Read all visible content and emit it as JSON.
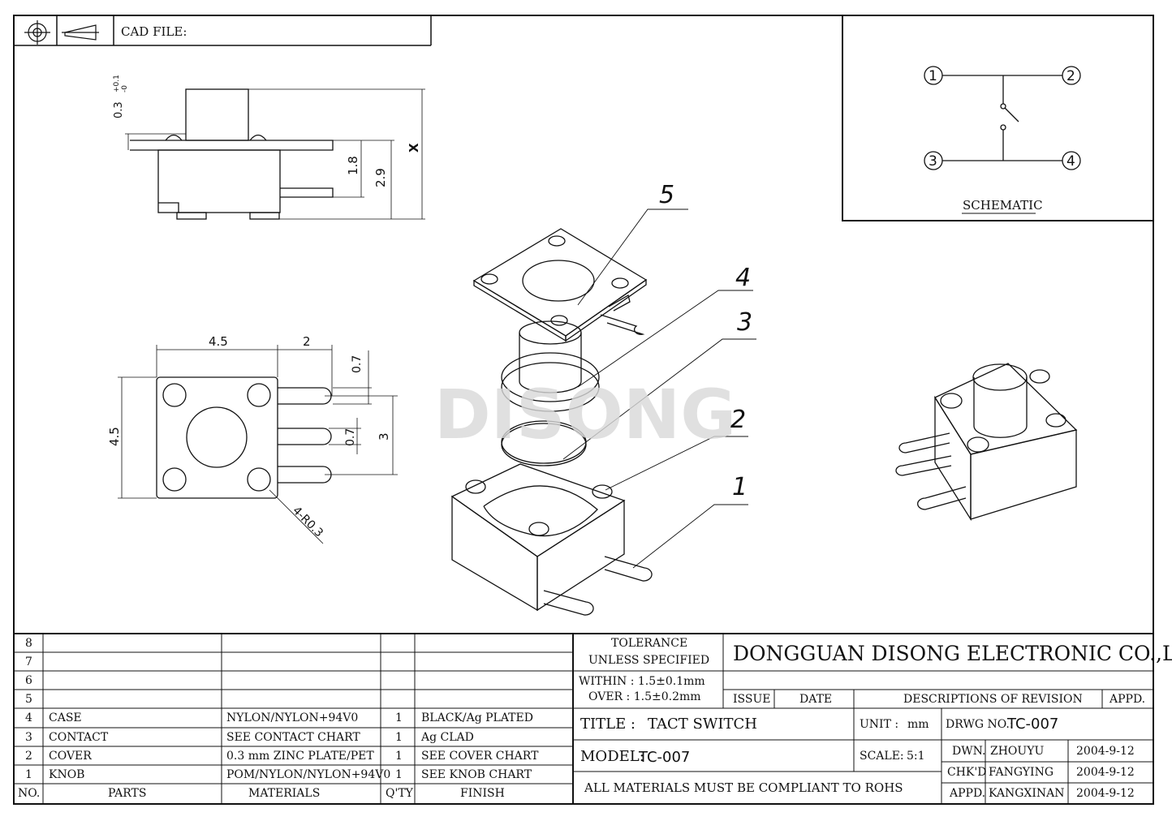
{
  "header": {
    "cad_file_label": "CAD FILE:"
  },
  "schematic": {
    "title": "SCHEMATIC",
    "pins": [
      "1",
      "2",
      "3",
      "4"
    ]
  },
  "side_view": {
    "dims": {
      "stem_tol": "0.3",
      "tol_plus": "+0.1",
      "tol_minus": "-0",
      "h1": "1.8",
      "h2": "2.9",
      "x": "X"
    }
  },
  "top_view": {
    "dims": {
      "w": "4.5",
      "h": "4.5",
      "lead": "2",
      "p1": "0.7",
      "p2": "0.7",
      "pitch": "3",
      "radius": "4-R0.3"
    }
  },
  "exploded": {
    "callouts": [
      "1",
      "2",
      "3",
      "4",
      "5"
    ],
    "watermark": "DISONG"
  },
  "bom": {
    "empty_rows": [
      "8",
      "7",
      "6",
      "5"
    ],
    "rows": [
      {
        "no": "4",
        "part": "CASE",
        "material": "NYLON/NYLON+94V0",
        "qty": "1",
        "finish": "BLACK/Ag PLATED"
      },
      {
        "no": "3",
        "part": "CONTACT",
        "material": "SEE CONTACT CHART",
        "qty": "1",
        "finish": "Ag CLAD"
      },
      {
        "no": "2",
        "part": "COVER",
        "material": "0.3 mm ZINC PLATE/PET",
        "qty": "1",
        "finish": "SEE COVER CHART"
      },
      {
        "no": "1",
        "part": "KNOB",
        "material": "POM/NYLON/NYLON+94V0",
        "qty": "1",
        "finish": "SEE KNOB CHART"
      }
    ],
    "headers": {
      "no": "NO.",
      "parts": "PARTS",
      "materials": "MATERIALS",
      "qty": "Q'TY",
      "finish": "FINISH"
    }
  },
  "title_block": {
    "tolerance_1": "TOLERANCE",
    "tolerance_2": "UNLESS  SPECIFIED",
    "within": "WITHIN : 1.5±0.1mm",
    "over": "OVER : 1.5±0.2mm",
    "company": "DONGGUAN DISONG ELECTRONIC CO.,LTD.",
    "issue": "ISSUE",
    "date": "DATE",
    "descriptions": "DESCRIPTIONS OF REVISION",
    "appd_h": "APPD.",
    "title_label": "TITLE :",
    "title_value": "TACT SWITCH",
    "unit_label": "UNIT :",
    "unit_value": "mm",
    "drwg_label": "DRWG NO.:",
    "drwg_value": "TC-007",
    "model_label": "MODEL:",
    "model_value": "TC-007",
    "scale_label": "SCALE:",
    "scale_value": "5:1",
    "dwn_label": "DWN.",
    "dwn_name": "ZHOUYU",
    "dwn_date": "2004-9-12",
    "chk_label": "CHK'D",
    "chk_name": "FANGYING",
    "chk_date": "2004-9-12",
    "appd_label": "APPD.",
    "appd_name": "KANGXINAN",
    "appd_date": "2004-9-12",
    "rohs": "ALL MATERIALS MUST BE COMPLIANT TO ROHS"
  }
}
